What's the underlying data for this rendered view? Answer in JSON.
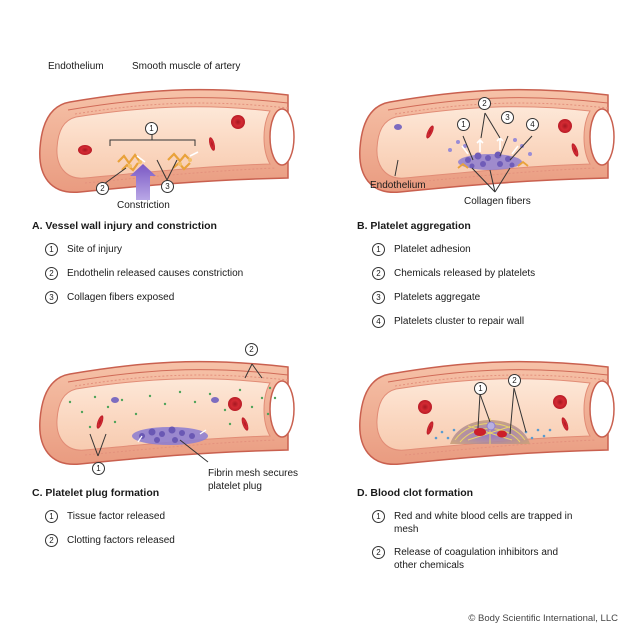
{
  "labels": {
    "endothelium_a": "Endothelium",
    "smooth_muscle": "Smooth muscle of artery",
    "constriction": "Constriction",
    "endothelium_b": "Endothelium",
    "collagen_fibers": "Collagen fibers",
    "fibrin_mesh": "Fibrin mesh secures platelet plug"
  },
  "panels": [
    {
      "title": "A.  Vessel wall injury and constriction",
      "steps": [
        {
          "num": "1",
          "text": "Site of injury"
        },
        {
          "num": "2",
          "text": "Endothelin released causes constriction"
        },
        {
          "num": "3",
          "text": "Collagen fibers exposed"
        }
      ]
    },
    {
      "title": "B.  Platelet aggregation",
      "steps": [
        {
          "num": "1",
          "text": "Platelet adhesion"
        },
        {
          "num": "2",
          "text": "Chemicals released by platelets"
        },
        {
          "num": "3",
          "text": "Platelets aggregate"
        },
        {
          "num": "4",
          "text": "Platelets cluster to repair wall"
        }
      ]
    },
    {
      "title": "C.  Platelet plug formation",
      "steps": [
        {
          "num": "1",
          "text": "Tissue factor released"
        },
        {
          "num": "2",
          "text": "Clotting factors released"
        }
      ]
    },
    {
      "title": "D.  Blood clot formation",
      "steps": [
        {
          "num": "1",
          "text": "Red and white blood cells are trapped in mesh"
        },
        {
          "num": "2",
          "text": "Release of coagulation inhibitors and other chemicals"
        }
      ]
    }
  ],
  "callouts": {
    "a1": "1",
    "a2": "2",
    "a3": "3",
    "b1": "1",
    "b2": "2",
    "b3": "3",
    "b4": "4",
    "c1": "1",
    "c2": "2",
    "d1": "1",
    "d2": "2"
  },
  "credit": "© Body Scientific International, LLC",
  "colors": {
    "vessel_outer": "#d4695a",
    "vessel_wall": "#f1b49a",
    "lumen": "#fbe3d2",
    "endothelium": "#e88a76",
    "red_cell": "#cc1f2a",
    "platelet": "#7d6cc0",
    "collagen": "#e9a23a",
    "fibrin": "#e8d36a",
    "factor_green": "#4fa35a",
    "factor_blue": "#5a9bd0",
    "arrow_purple": "#8c6ccb"
  }
}
